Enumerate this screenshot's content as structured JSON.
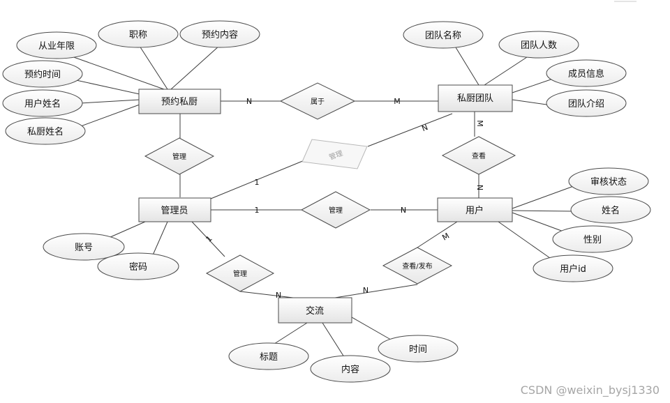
{
  "entities": {
    "reservation": "预约私厨",
    "team": "私厨团队",
    "admin": "管理员",
    "user": "用户",
    "exchange": "交流"
  },
  "relationships": {
    "belongs": "属于",
    "manage_res": "管理",
    "manage_team": "管理",
    "manage_user": "管理",
    "view": "查看",
    "manage_exch": "管理",
    "view_post": "查看/发布"
  },
  "attributes": {
    "years": "从业年限",
    "title": "职称",
    "content": "预约内容",
    "time": "预约时间",
    "username": "用户姓名",
    "chefname": "私厨姓名",
    "teamname": "团队名称",
    "teamsize": "团队人数",
    "memberinfo": "成员信息",
    "teamintro": "团队介绍",
    "account": "账号",
    "password": "密码",
    "audit": "审核状态",
    "name": "姓名",
    "gender": "性别",
    "userid": "用户id",
    "ex_title": "标题",
    "ex_content": "内容",
    "ex_time": "时间"
  },
  "cardinalities": {
    "res_belongs": "N",
    "belongs_team": "M",
    "team_view": "M",
    "view_user": "N",
    "admin_team": "1",
    "team_admin": "N",
    "admin_user": "1",
    "user_admin": "N",
    "admin_exch": "1",
    "exch_admin": "N",
    "user_exch": "M",
    "exch_user": "N"
  },
  "watermark": "CSDN @weixin_bysj1330"
}
